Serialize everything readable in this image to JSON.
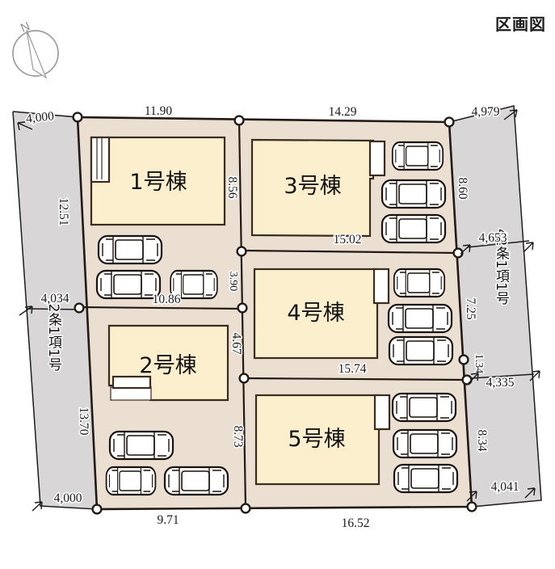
{
  "title": "区画図",
  "compass": {
    "north_label": "N"
  },
  "colors": {
    "lot_background": "#eadfd0",
    "building_fill": "#fbefce",
    "road_fill": "#d8d6d6",
    "outline": "#231a15",
    "text": "#1b1b1b"
  },
  "buildings": [
    {
      "id": "b1",
      "label": "1号棟"
    },
    {
      "id": "b2",
      "label": "2号棟"
    },
    {
      "id": "b3",
      "label": "3号棟"
    },
    {
      "id": "b4",
      "label": "4号棟"
    },
    {
      "id": "b5",
      "label": "5号棟"
    }
  ],
  "roads": [
    {
      "id": "road-west",
      "label": "42条1項1号"
    },
    {
      "id": "road-east",
      "label": "42条1項1号"
    }
  ],
  "dimensions": {
    "top_left_road_width": "4,000",
    "top_lot1": "11.90",
    "top_lot3": "14.29",
    "top_right_road_width": "4,979",
    "west_upper": "12.51",
    "west_mid_road_width": "4,034",
    "west_lower": "13.70",
    "bottom_left_road_width": "4,000",
    "bottom_lot2": "9.71",
    "bottom_lot5": "16.52",
    "bottom_right_road_width": "4,041",
    "east_lot3": "8.60",
    "east_mid_road_width": "4,653",
    "east_lot4": "7.25",
    "east_small": "1.34",
    "east_lower_road_width": "4,335",
    "east_lot5": "8.34",
    "inner_lot1_right": "8.56",
    "inner_lot1_bottom": "10.86",
    "inner_lot1_gap": "3.90",
    "inner_lot2_upper": "4.67",
    "inner_lot2_lower": "8.73",
    "inner_lot3_bottom": "15.02",
    "inner_lot4_bottom": "15.74"
  }
}
